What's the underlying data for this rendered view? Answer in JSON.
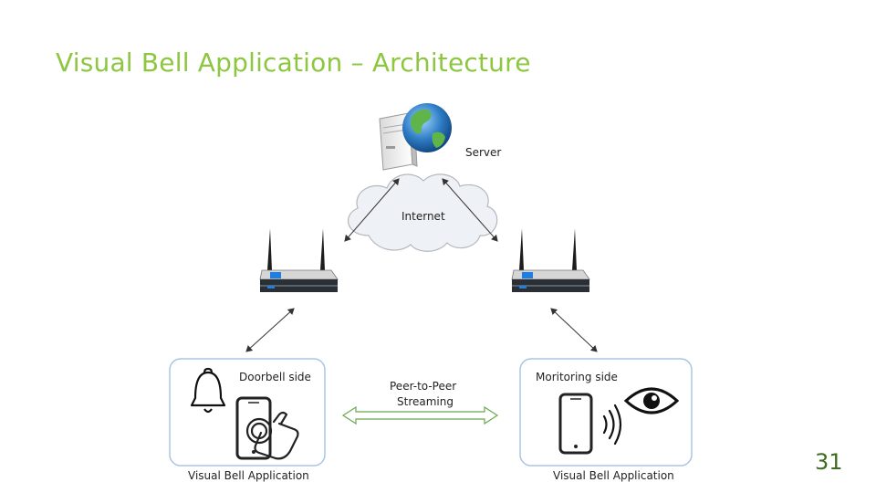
{
  "slide": {
    "title": "Visual Bell Application – Architecture",
    "page_number": "31",
    "title_color": "#8dc63f"
  },
  "diagram": {
    "server_label": "Server",
    "internet_label": "Internet",
    "p2p_label_line1": "Peer-to-Peer",
    "p2p_label_line2": "Streaming",
    "doorbell_box": {
      "title": "Doorbell side",
      "caption": "Visual Bell Application",
      "icons": [
        "bell-icon",
        "smartphone-icon",
        "hand-pointer-icon"
      ]
    },
    "monitoring_box": {
      "title": "Moritoring side",
      "caption": "Visual Bell Application",
      "icons": [
        "smartphone-icon",
        "sound-waves-icon",
        "eye-icon"
      ]
    },
    "other_icons": [
      "server-tower-icon",
      "globe-icon",
      "cloud-icon",
      "wifi-router-icon",
      "wifi-router-icon"
    ],
    "colors": {
      "router_blue": "#1f7fe0",
      "box_border": "#a9c6e3",
      "p2p_arrow": "#6aa84f"
    }
  }
}
